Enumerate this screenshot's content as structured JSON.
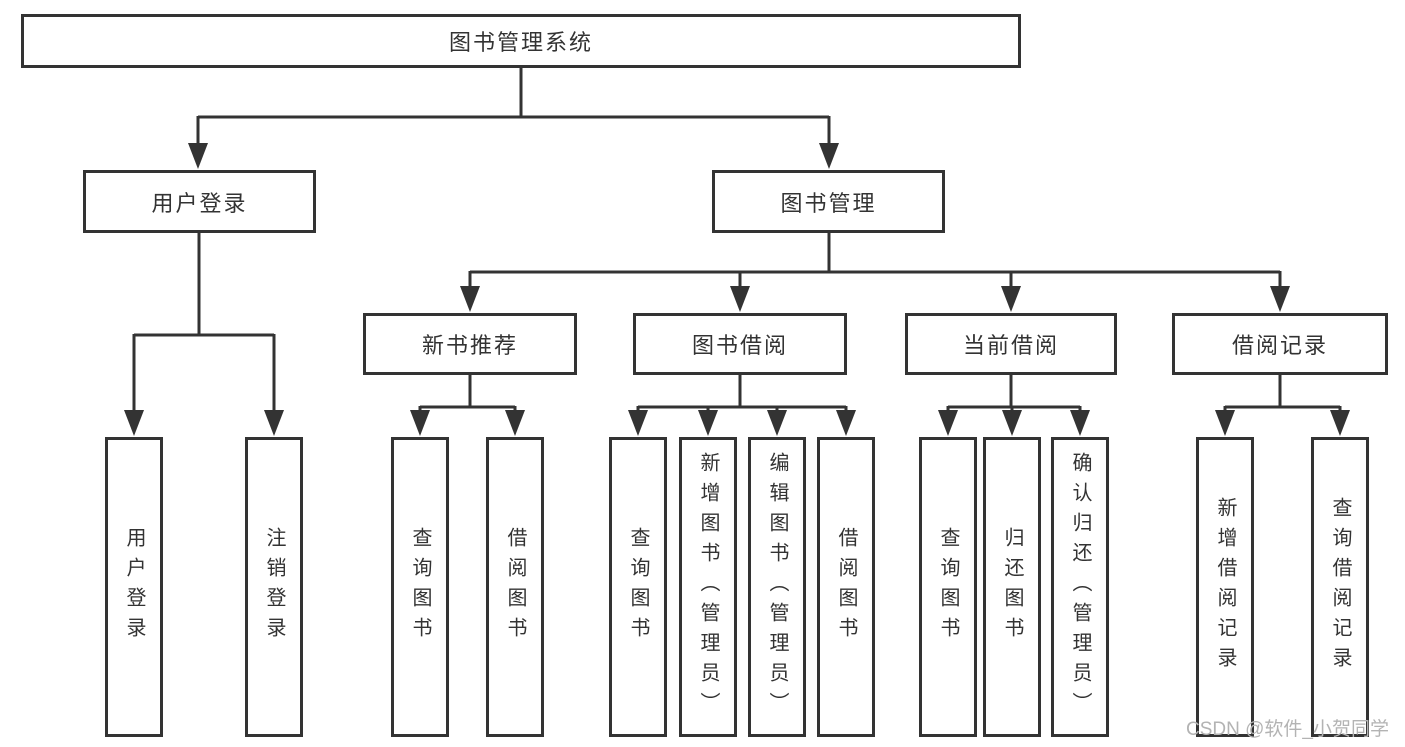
{
  "root": {
    "label": "图书管理系统"
  },
  "user_login": {
    "label": "用户登录",
    "children": [
      {
        "label": "用户登录"
      },
      {
        "label": "注销登录"
      }
    ]
  },
  "book_management": {
    "label": "图书管理",
    "modules": [
      {
        "label": "新书推荐",
        "children": [
          {
            "label": "查询图书"
          },
          {
            "label": "借阅图书"
          }
        ]
      },
      {
        "label": "图书借阅",
        "children": [
          {
            "label": "查询图书"
          },
          {
            "label": "新增图书（管理员）"
          },
          {
            "label": "编辑图书（管理员）"
          },
          {
            "label": "借阅图书"
          }
        ]
      },
      {
        "label": "当前借阅",
        "children": [
          {
            "label": "查询图书"
          },
          {
            "label": "归还图书"
          },
          {
            "label": "确认归还（管理员）"
          }
        ]
      },
      {
        "label": "借阅记录",
        "children": [
          {
            "label": "新增借阅记录"
          },
          {
            "label": "查询借阅记录"
          }
        ]
      }
    ]
  },
  "watermark": {
    "text": "CSDN @软件_小贺同学"
  },
  "colors": {
    "line": "#333333",
    "text": "#333333",
    "background": "#ffffff",
    "watermark": "#b3b3b3"
  }
}
